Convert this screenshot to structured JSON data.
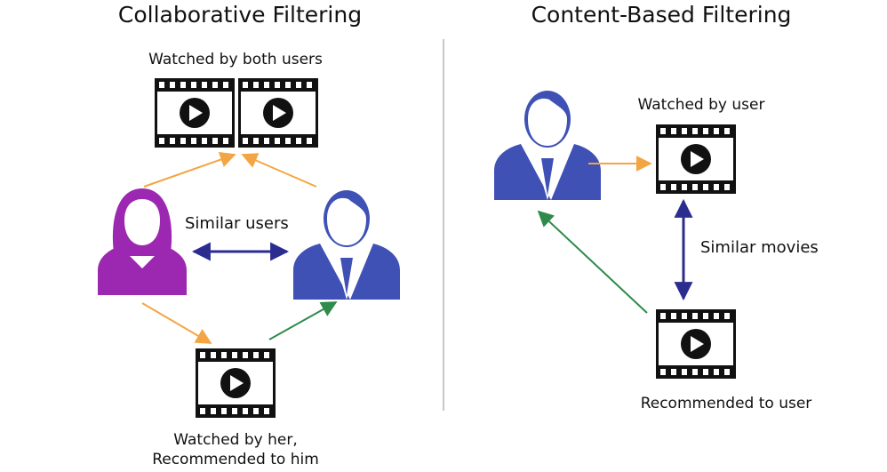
{
  "left_panel": {
    "title": "Collaborative Filtering",
    "labels": {
      "both_watched": "Watched by both users",
      "similar_users": "Similar users",
      "her_line1": "Watched by her,",
      "her_line2": "Recommended to him"
    }
  },
  "right_panel": {
    "title": "Content-Based Filtering",
    "labels": {
      "watched_by_user": "Watched by user",
      "similar_movies": "Similar movies",
      "recommended": "Recommended to user"
    }
  },
  "colors": {
    "female_user": "#9c27b0",
    "male_user": "#3f51b5",
    "watched_arrow": "#f4a543",
    "recommend_arrow": "#2e8b4a",
    "similarity_arrow": "#2b2c8f",
    "divider": "#c8c8c8"
  },
  "icons": [
    "female-user-icon",
    "male-user-icon",
    "film-play-icon"
  ]
}
